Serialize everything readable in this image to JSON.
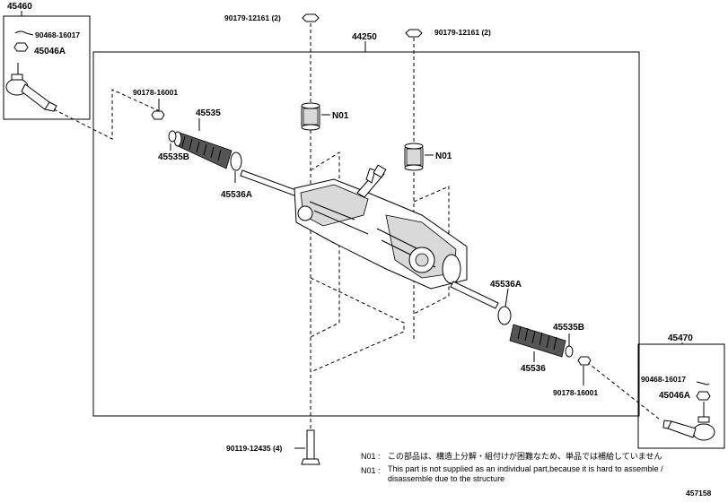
{
  "callouts": {
    "tie_rod_end_lh_assy": "45460",
    "tie_rod_end_rh_assy": "45470",
    "gear_assy": "44250",
    "bolt_top_left": "90179-12161 (2)",
    "bolt_top_right": "90179-12161 (2)",
    "cotter_pin_left": "90468-16017",
    "nut_left": "45046A",
    "cotter_pin_right": "90468-16017",
    "nut_right": "45046A",
    "lock_nut_left": "90178-16001",
    "lock_nut_right": "90178-16001",
    "boot_left": "45535",
    "boot_right": "45536",
    "clamp_left": "45535B",
    "clamp_right": "45535B",
    "clip_left": "45536A",
    "clip_right": "45536A",
    "bushing_upper": "N01",
    "bushing_lower": "N01",
    "bottom_bolt": "90119-12435 (4)"
  },
  "notes": {
    "n01_jp_code": "N01 :",
    "n01_jp_text": "この部品は、構造上分解・組付けが困難なため、単品では補給していません",
    "n01_en_code": "N01 :",
    "n01_en_line1": "This part is not supplied as an individual part,because it is hard to assemble /",
    "n01_en_line2": "disassemble due to the structure"
  },
  "figure_id": "457158"
}
